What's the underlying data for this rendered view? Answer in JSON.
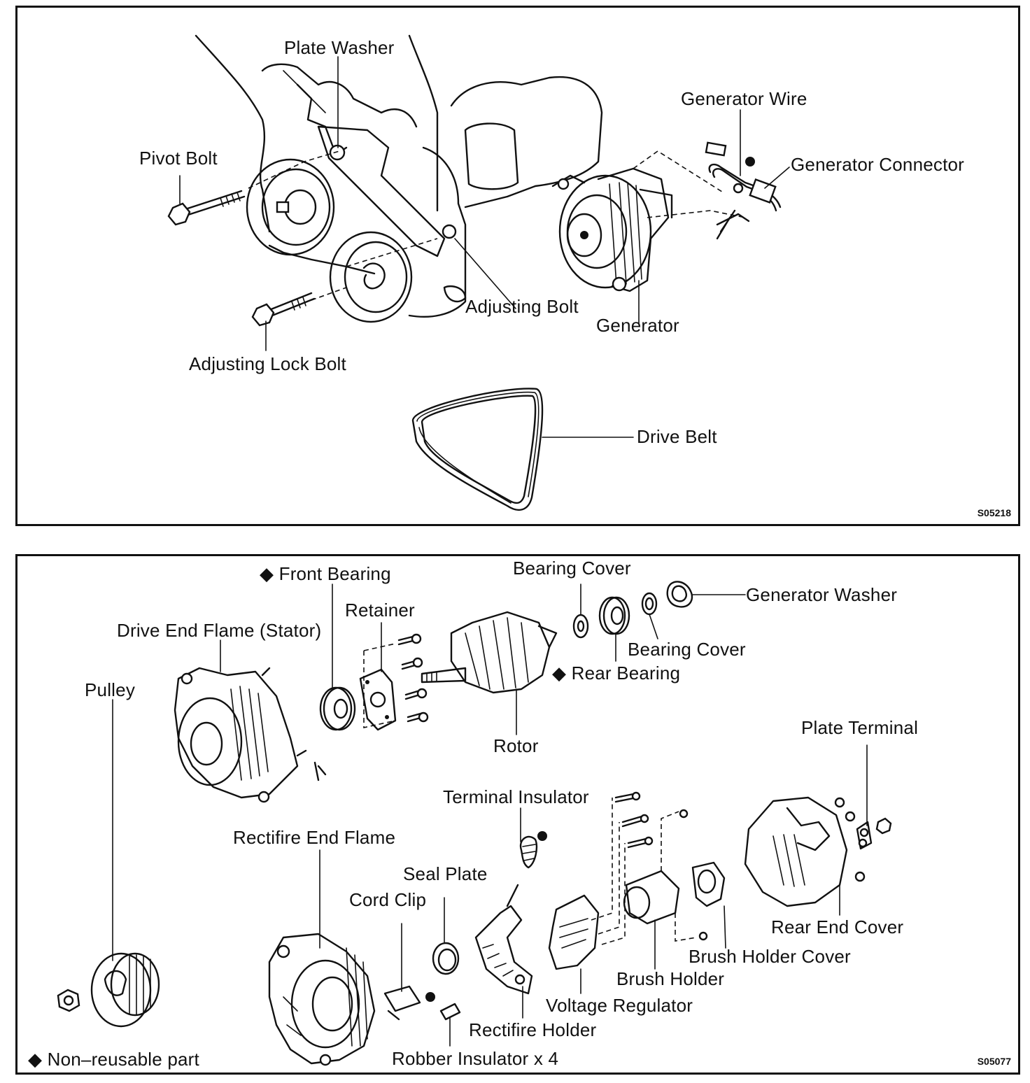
{
  "top_panel": {
    "code": "S05218",
    "labels": {
      "plate_washer": "Plate Washer",
      "pivot_bolt": "Pivot Bolt",
      "generator_wire": "Generator Wire",
      "generator_connector": "Generator Connector",
      "adjusting_bolt": "Adjusting Bolt",
      "generator": "Generator",
      "adjusting_lock_bolt": "Adjusting Lock Bolt",
      "drive_belt": "Drive Belt"
    }
  },
  "bottom_panel": {
    "code": "S05077",
    "legend": "◆ Non–reusable part",
    "labels": {
      "front_bearing": "◆ Front Bearing",
      "bearing_cover_top": "Bearing Cover",
      "generator_washer": "Generator Washer",
      "retainer": "Retainer",
      "drive_end_flame": "Drive End Flame (Stator)",
      "bearing_cover_mid": "Bearing Cover",
      "rear_bearing": "◆ Rear Bearing",
      "pulley": "Pulley",
      "rotor": "Rotor",
      "plate_terminal": "Plate Terminal",
      "terminal_insulator": "Terminal Insulator",
      "rectifire_end_flame": "Rectifire End Flame",
      "seal_plate": "Seal Plate",
      "cord_clip": "Cord Clip",
      "rear_end_cover": "Rear End Cover",
      "brush_holder_cover": "Brush Holder Cover",
      "brush_holder": "Brush Holder",
      "voltage_regulator": "Voltage Regulator",
      "rectifire_holder": "Rectifire Holder",
      "robber_insulator": "Robber Insulator x 4"
    }
  }
}
